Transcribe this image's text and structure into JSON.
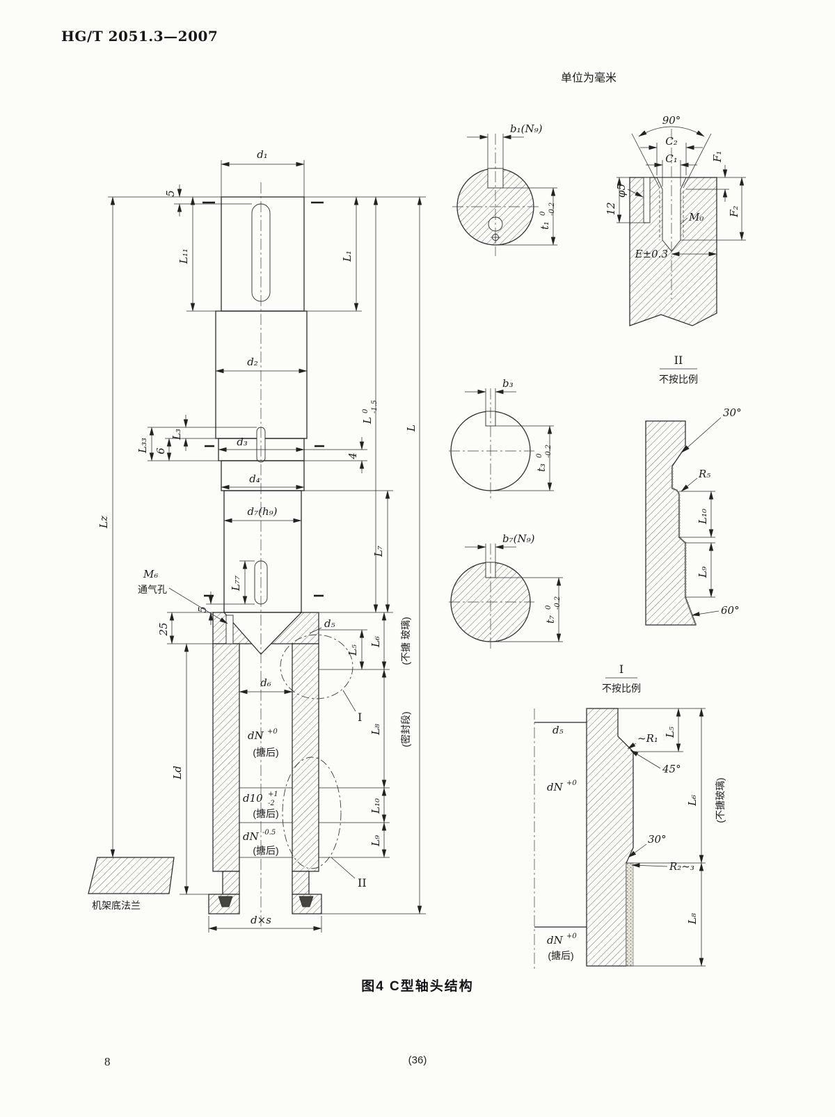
{
  "page": {
    "standard": "HG/T 2051.3—2007",
    "unit_note": "单位为毫米",
    "caption": "图4  C型轴头结构",
    "page_no": "8",
    "sheet_no": "(36)"
  },
  "main": {
    "d1": "d₁",
    "d2": "d₂",
    "d3": "d₃",
    "d4": "d₄",
    "d5": "d₅",
    "d6": "d₆",
    "d7h9": "d₇(h₉)",
    "L1": "L₁",
    "L11": "L₁₁",
    "L3": "L₃",
    "L33": "L₃₃",
    "L5": "L₅",
    "L6": "L₆",
    "L7": "L₇",
    "L77": "L₇₇",
    "L8": "L₈",
    "L9": "L₉",
    "L10": "L₁₀",
    "L": "L",
    "Lsup": "0",
    "Lsub": "-1.5",
    "Lz": "Lz",
    "Ld": "Ld",
    "dim5_top": "5",
    "dim5_mid": "5",
    "dim6": "6",
    "dim4": "4",
    "dim25": "25",
    "M6": "M₆",
    "vent_hole": "通气孔",
    "frame_flange": "机架底法兰",
    "dxs": "d×s",
    "note_unlined": "(不搪 玻璃)",
    "note_seal": "(密封段)",
    "dN": "dN",
    "dN_sup": "+0",
    "dN_neg_sup": "-0.5",
    "tanghou": "(搪后)",
    "d10": "d10",
    "d10_sup": "+1",
    "d10_sub": "-2",
    "mark_I": "I",
    "mark_II": "II"
  },
  "sections": {
    "b1": "b₁(N₉)",
    "b3": "b₃",
    "b7": "b₇(N₉)",
    "t1": "t₁",
    "t3": "t₃",
    "t7": "t₇",
    "tol_top": "0",
    "tol_bot": "-0.2"
  },
  "hole_detail": {
    "angle_90": "90°",
    "C2": "C₂",
    "C1": "C₁",
    "phi5": "φ5",
    "depth_12": "12",
    "M0": "M₀",
    "F1": "F₁",
    "F2": "F₂",
    "E": "E±0.3"
  },
  "detail_II": {
    "mark": "II",
    "scale_note": "不按比例",
    "angle_30": "30°",
    "R5": "R₅",
    "L10": "L₁₀",
    "L9": "L₉",
    "angle_60": "60°"
  },
  "detail_I": {
    "mark": "I",
    "scale_note": "不按比例",
    "d5": "d₅",
    "R1": "~R₁",
    "L5": "L₅",
    "angle_45": "45°",
    "dN": "dN",
    "dN_sup": "+0",
    "angle_30": "30°",
    "R2_3": "R₂~₃",
    "L6": "L₆",
    "note_unlined": "(不搪玻璃)",
    "L8": "L₈",
    "tanghou": "(搪后)"
  }
}
